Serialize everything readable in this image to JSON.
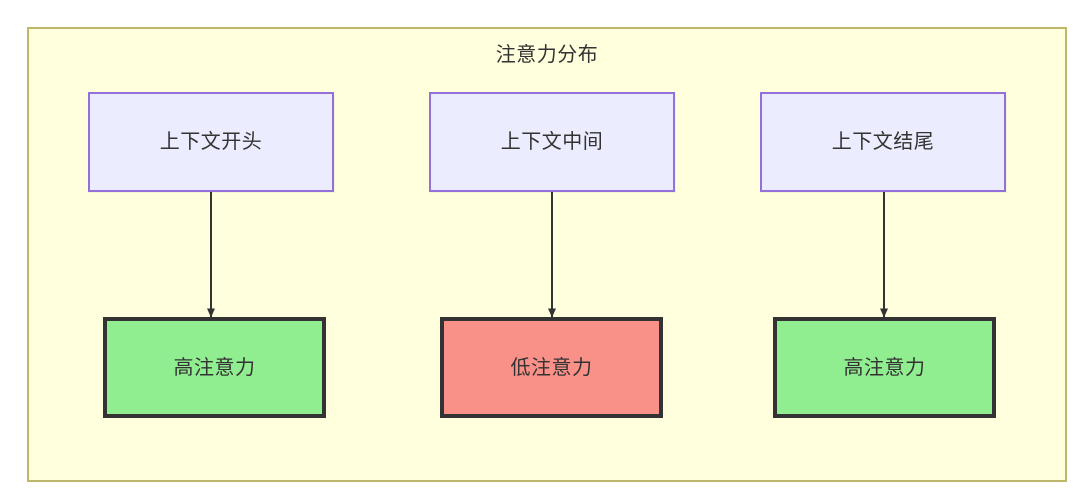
{
  "diagram": {
    "title": "注意力分布",
    "background_color": "#ffffde",
    "border_color": "#bdb76b",
    "edge_color": "#333333",
    "nodes": {
      "top": [
        {
          "id": "context-start",
          "label": "上下文开头",
          "fill": "#ececff",
          "stroke": "#9370db"
        },
        {
          "id": "context-middle",
          "label": "上下文中间",
          "fill": "#ececff",
          "stroke": "#9370db"
        },
        {
          "id": "context-end",
          "label": "上下文结尾",
          "fill": "#ececff",
          "stroke": "#9370db"
        }
      ],
      "bottom": [
        {
          "id": "high-attention-start",
          "label": "高注意力",
          "fill": "#90ee90",
          "stroke": "#333333"
        },
        {
          "id": "low-attention-middle",
          "label": "低注意力",
          "fill": "#fa9189",
          "stroke": "#333333"
        },
        {
          "id": "high-attention-end",
          "label": "高注意力",
          "fill": "#90ee90",
          "stroke": "#333333"
        }
      ]
    },
    "edges": [
      {
        "from": "context-start",
        "to": "high-attention-start"
      },
      {
        "from": "context-middle",
        "to": "low-attention-middle"
      },
      {
        "from": "context-end",
        "to": "high-attention-end"
      }
    ]
  }
}
